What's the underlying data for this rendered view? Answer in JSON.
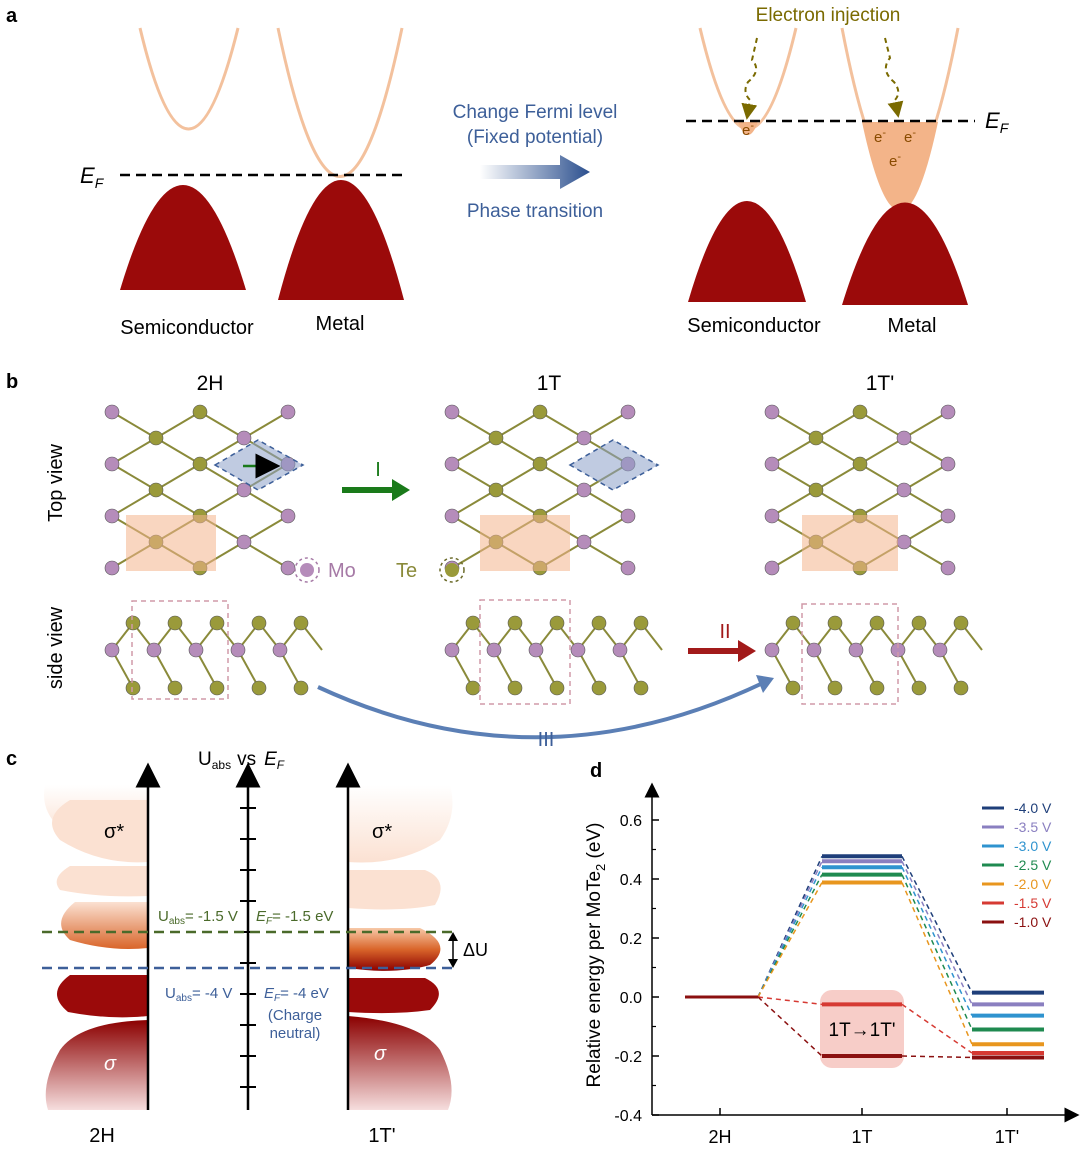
{
  "panel_labels": {
    "a": "a",
    "b": "b",
    "c": "c",
    "d": "d"
  },
  "panel_a": {
    "ef_left": "E",
    "ef_right": "E",
    "ef_sub": "F",
    "arrow_top_line1": "Change Fermi level",
    "arrow_top_line2": "(Fixed potential)",
    "arrow_bottom": "Phase transition",
    "electron_injection": "Electron injection",
    "electron_symbol": "e",
    "electron_charge": "-",
    "labels_left": [
      "Semiconductor",
      "Metal"
    ],
    "labels_right": [
      "Semiconductor",
      "Metal"
    ]
  },
  "panel_b": {
    "phases": [
      "2H",
      "1T",
      "1T'"
    ],
    "top_view": "Top view",
    "side_view": "side view",
    "arrow_I": "I",
    "arrow_II": "II",
    "arrow_III": "III",
    "legend_mo": "Mo",
    "legend_te": "Te"
  },
  "panel_c": {
    "title_prefix": "U",
    "title_sub": "abs",
    "title_vs": "vs",
    "title_ef": "E",
    "title_ef_sub": "F",
    "sigma_star": "σ*",
    "sigma": "σ",
    "u_sub": "abs",
    "u_1": "= -1.5 V",
    "ef_1": "= -1.5 eV",
    "u_2": "= -4 V",
    "ef_2": "= -4 eV",
    "charge_neutral_1": "(Charge",
    "charge_neutral_2": "neutral)",
    "delta_u": "ΔU",
    "x_labels": [
      "2H",
      "1T'"
    ],
    "colors": {
      "green_line": "#4a6a2a",
      "blue_line": "#3d5f99",
      "dark_red": "#8b0000",
      "peach": "#fbe3d6"
    }
  },
  "chart_data": {
    "type": "line",
    "ylabel": "Relative energy  per MoTe",
    "ylabel_sub": "2",
    "ylabel_unit": " (eV)",
    "categories": [
      "2H",
      "1T",
      "1T'"
    ],
    "ylim": [
      -0.4,
      0.6
    ],
    "yticks": [
      -0.4,
      -0.2,
      0.0,
      0.2,
      0.4,
      0.6
    ],
    "ytick_labels": [
      "-0.4",
      "-0.2",
      "0.0",
      "0.2",
      "0.4",
      "0.6"
    ],
    "annotation": "1T→1T'",
    "series": [
      {
        "name": "-4.0 V",
        "color": "#1f3f7a",
        "values": [
          0.0,
          0.477,
          0.015
        ]
      },
      {
        "name": "-3.5 V",
        "color": "#8a7fc0",
        "values": [
          0.0,
          0.46,
          -0.025
        ]
      },
      {
        "name": "-3.0 V",
        "color": "#2f93cf",
        "values": [
          0.0,
          0.44,
          -0.063
        ]
      },
      {
        "name": "-2.5 V",
        "color": "#1f8a50",
        "values": [
          0.0,
          0.415,
          -0.11
        ]
      },
      {
        "name": "-2.0 V",
        "color": "#e8961e",
        "values": [
          0.0,
          0.388,
          -0.16
        ]
      },
      {
        "name": "-1.5 V",
        "color": "#d63a33",
        "values": [
          0.0,
          -0.025,
          -0.19
        ]
      },
      {
        "name": "-1.0 V",
        "color": "#8b1010",
        "values": [
          0.0,
          -0.2,
          -0.205
        ]
      }
    ]
  }
}
